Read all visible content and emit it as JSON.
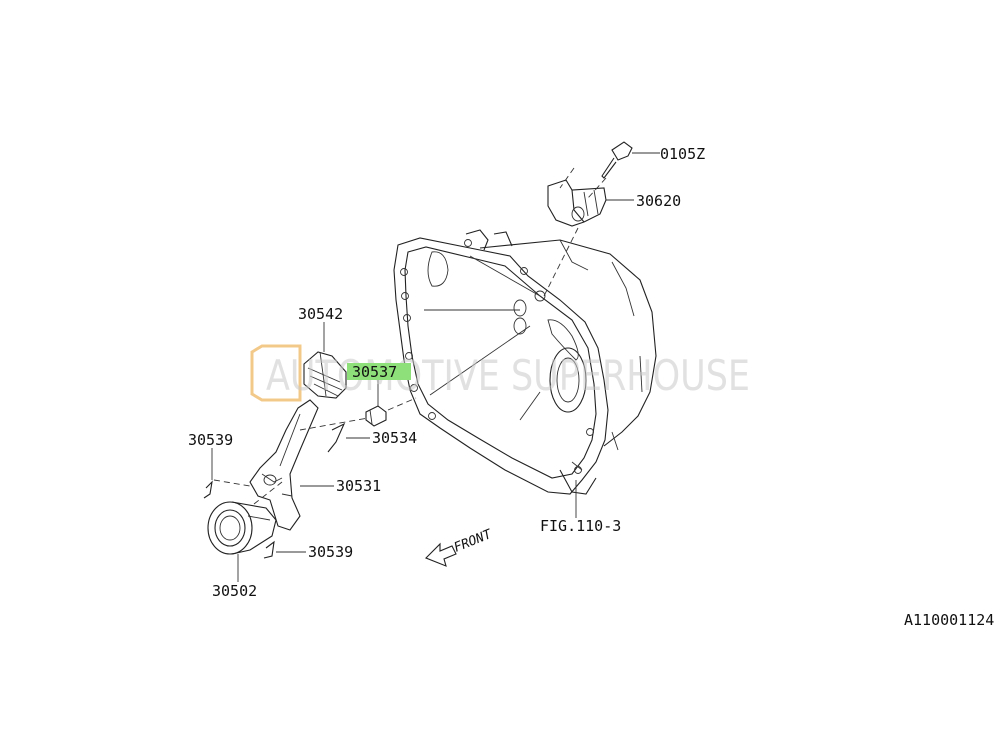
{
  "diagram": {
    "labels": {
      "p01052": "0105Z",
      "p30620": "30620",
      "p30542": "30542",
      "p30537": "30537",
      "p30534": "30534",
      "p30539a": "30539",
      "p30531": "30531",
      "p30539b": "30539",
      "p30502": "30502",
      "fig": "FIG.110-3",
      "front": "FRONT",
      "code": "A110001124"
    },
    "watermark": "AUTOMOTIVE SUPERHOUSE",
    "highlight_color": "#8ee07a"
  }
}
